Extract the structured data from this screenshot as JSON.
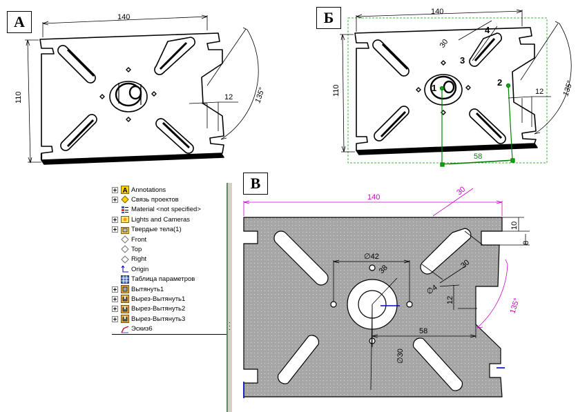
{
  "panels": {
    "a": {
      "label": "А"
    },
    "b": {
      "label": "Б"
    },
    "c": {
      "label": "В"
    }
  },
  "drawing_a": {
    "dim_width": "140",
    "dim_height": "110",
    "dim_notch": "12",
    "dim_angle": "135°"
  },
  "drawing_b": {
    "dim_width": "140",
    "dim_height": "110",
    "dim_slot": "30",
    "dim_notch": "12",
    "dim_angle": "135°",
    "dim_offset": "58",
    "marker_1": "1",
    "marker_2": "2",
    "marker_3": "3",
    "marker_4": "4"
  },
  "drawing_c": {
    "dim_width": "140",
    "dim_slot_angle": "30",
    "dim_top_notch": "10",
    "dim_notch_gap": "8",
    "dim_bolt_circle": "∅42",
    "dim_38": "38",
    "dim_30_slot": "30",
    "dim_4": "∅4",
    "dim_12": "12",
    "dim_angle": "135°",
    "dim_58": "58",
    "dim_hole": "∅30"
  },
  "feature_tree": {
    "items": [
      {
        "label": "Annotations",
        "icon": "annotations-icon",
        "expandable": true
      },
      {
        "label": "Связь проектов",
        "icon": "design-binder-icon",
        "expandable": true
      },
      {
        "label": "Material <not specified>",
        "icon": "material-icon",
        "expandable": false
      },
      {
        "label": "Lights and Cameras",
        "icon": "lights-icon",
        "expandable": true
      },
      {
        "label": "Твердые тела(1)",
        "icon": "solid-bodies-icon",
        "expandable": true
      },
      {
        "label": "Front",
        "icon": "plane-icon",
        "expandable": false
      },
      {
        "label": "Top",
        "icon": "plane-icon",
        "expandable": false
      },
      {
        "label": "Right",
        "icon": "plane-icon",
        "expandable": false
      },
      {
        "label": "Origin",
        "icon": "origin-icon",
        "expandable": false
      },
      {
        "label": "Таблица параметров",
        "icon": "design-table-icon",
        "expandable": false
      },
      {
        "label": "Вытянуть1",
        "icon": "extrude-icon",
        "expandable": true
      },
      {
        "label": "Вырез-Вытянуть1",
        "icon": "cut-extrude-icon",
        "expandable": true
      },
      {
        "label": "Вырез-Вытянуть2",
        "icon": "cut-extrude-icon",
        "expandable": true
      },
      {
        "label": "Вырез-Вытянуть3",
        "icon": "cut-extrude-icon",
        "expandable": true
      },
      {
        "label": "Эскиз6",
        "icon": "sketch-icon",
        "expandable": false
      }
    ]
  },
  "colors": {
    "sketch_green": "#008000",
    "dimension_magenta": "#cc00cc",
    "plate_gray": "#a8a8a8",
    "sketch_blue": "#0000cc"
  }
}
